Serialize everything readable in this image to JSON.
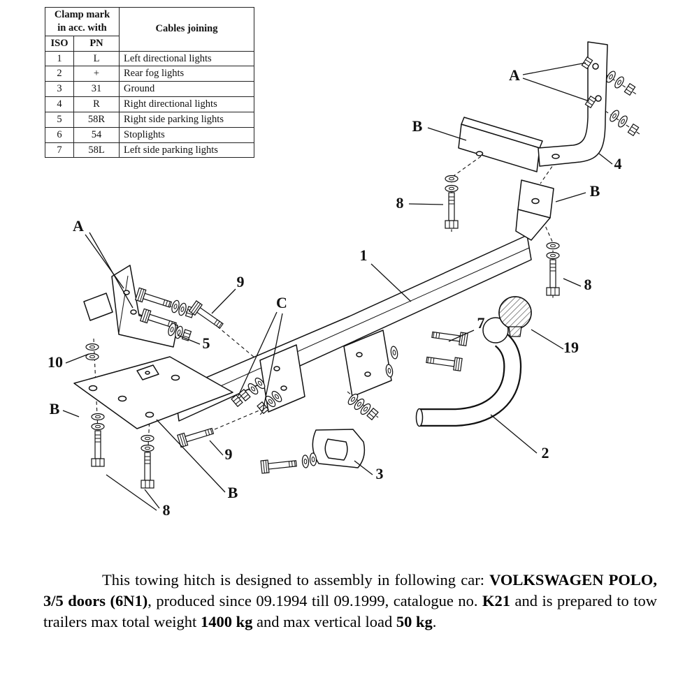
{
  "page": {
    "background": "#ffffff"
  },
  "table": {
    "header": {
      "clamp_line1": "Clamp mark",
      "clamp_line2": "in acc. with",
      "iso": "ISO",
      "pn": "PN",
      "cables": "Cables joining"
    },
    "rows": [
      {
        "iso": "1",
        "pn": "L",
        "cable": "Left directional lights"
      },
      {
        "iso": "2",
        "pn": "+",
        "cable": "Rear fog lights"
      },
      {
        "iso": "3",
        "pn": "31",
        "cable": "Ground"
      },
      {
        "iso": "4",
        "pn": "R",
        "cable": "Right directional lights"
      },
      {
        "iso": "5",
        "pn": "58R",
        "cable": "Right side parking lights"
      },
      {
        "iso": "6",
        "pn": "54",
        "cable": "Stoplights"
      },
      {
        "iso": "7",
        "pn": "58L",
        "cable": "Left side parking lights"
      }
    ]
  },
  "diagram": {
    "labels": {
      "a_top_right": "A",
      "b_upper": "B",
      "part4": "4",
      "b_right": "B",
      "eight_top": "8",
      "a_left": "A",
      "part1": "1",
      "nine_top": "9",
      "c_mid": "C",
      "eight_right": "8",
      "part7": "7",
      "part5": "5",
      "part19": "19",
      "part10": "10",
      "b_left": "B",
      "part2": "2",
      "nine_bottom": "9",
      "part3": "3",
      "b_bottom": "B",
      "eight_bottom": "8"
    }
  },
  "footer": {
    "segments": [
      "This towing hitch is designed to assembly in following car: ",
      "VOLKSWAGEN POLO, 3/5 doors (6N1)",
      ", produced since 09.1994 till 09.1999, catalogue no. ",
      "K21",
      " and is prepared to tow trailers max total weight ",
      "1400 kg",
      " and max vertical load ",
      "50 kg",
      "."
    ]
  }
}
